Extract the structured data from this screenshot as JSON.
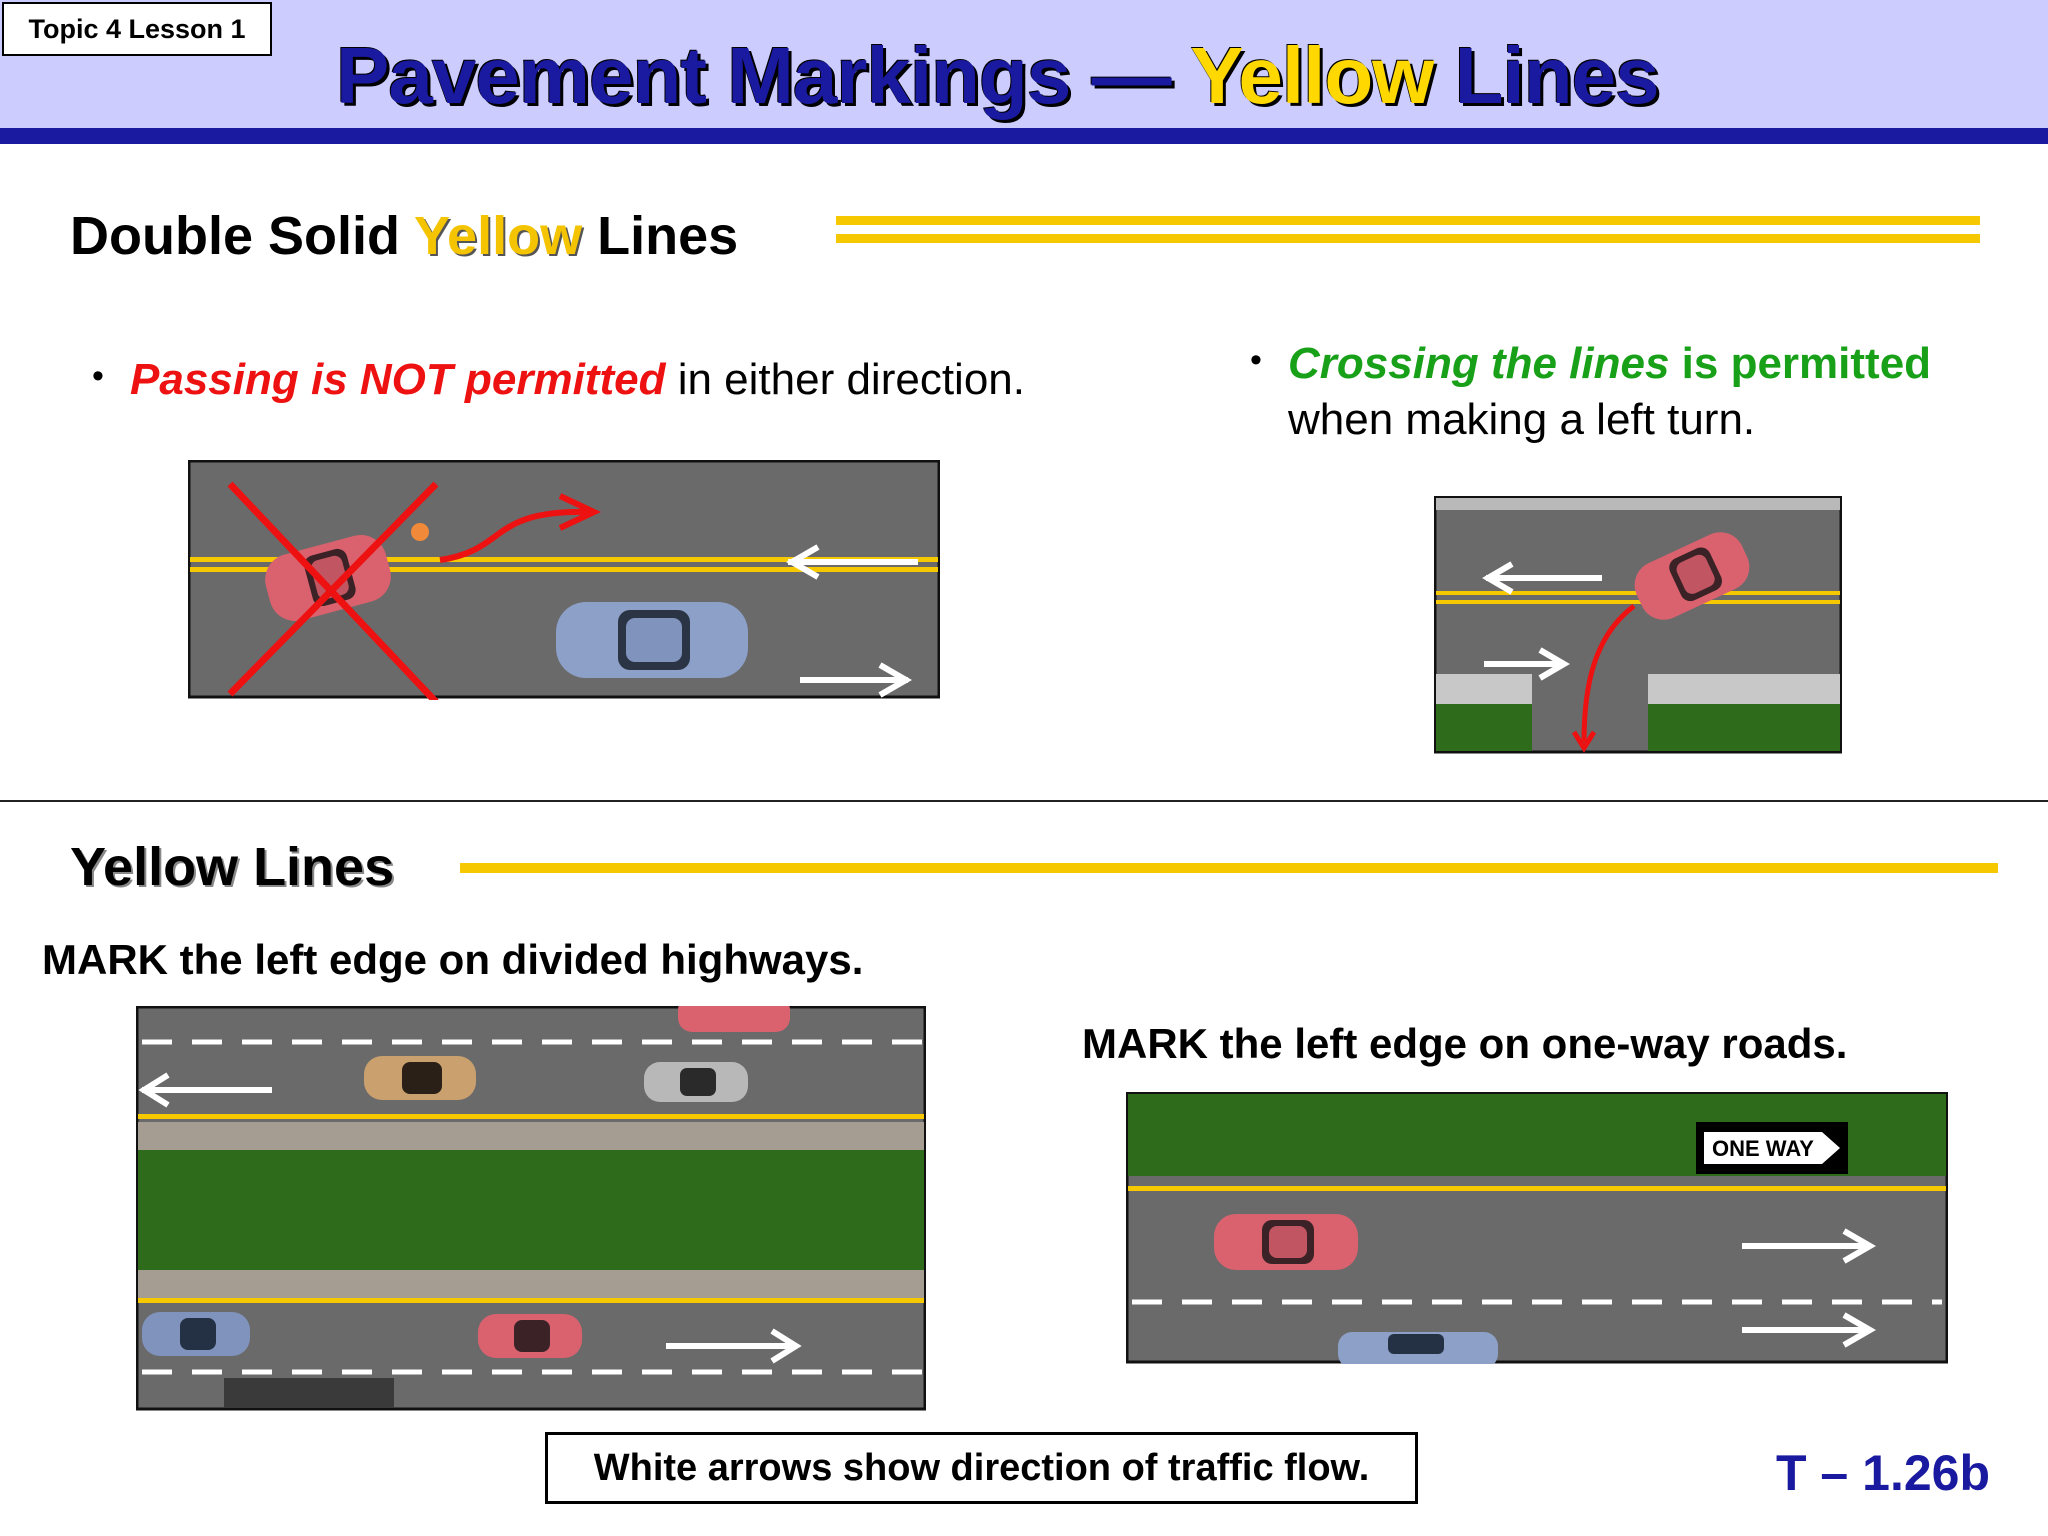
{
  "header": {
    "topic": "Topic 4 Lesson 1",
    "title_a": "Pavement Markings — ",
    "title_b": "Yellow",
    "title_c": " Lines"
  },
  "section1": {
    "heading_a": "Double Solid ",
    "heading_b": "Yellow",
    "heading_c": " Lines",
    "bullet_left": {
      "emph": "Passing is NOT permitted",
      "rest": " in either direction."
    },
    "bullet_right": {
      "emph": "Crossing the lines",
      "emph2": " is permitted",
      "rest": "when making a left turn."
    }
  },
  "section2": {
    "heading": "Yellow Lines",
    "caption_left": "MARK the left edge on divided highways.",
    "caption_right": "MARK the left edge on one-way roads.",
    "sign_text": "ONE WAY"
  },
  "footer": {
    "note": "White arrows show direction of traffic flow.",
    "page_code": "T – 1.26b"
  },
  "colors": {
    "header_bg": "#ccccff",
    "title_blue": "#1a1aa0",
    "line_yellow": "#f5c800",
    "road_gray": "#6a6a6a",
    "grass_green": "#2e6b1a",
    "not_permitted_red": "#ee1111",
    "permitted_green": "#18a018"
  },
  "bullet_icon": "bullet-dot"
}
